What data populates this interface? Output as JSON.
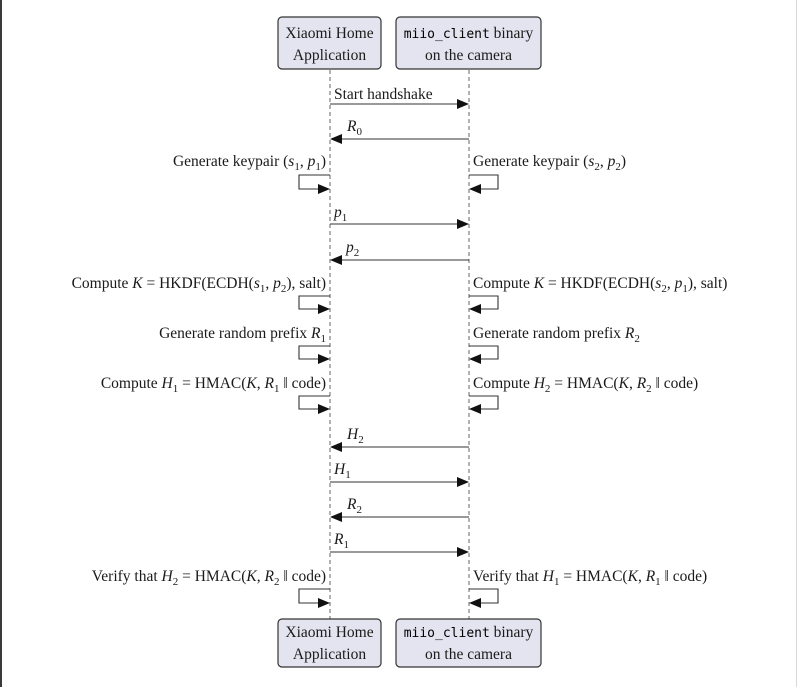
{
  "diagram": {
    "type": "sequence-diagram",
    "participants": [
      {
        "id": "app",
        "line1": "Xiaomi Home",
        "line2": "Application"
      },
      {
        "id": "cam",
        "line1_code": "miio_client",
        "line1_rest": " binary",
        "line2": "on the camera"
      }
    ],
    "steps": [
      {
        "kind": "message",
        "from": "app",
        "to": "cam",
        "label": "Start handshake",
        "math": false
      },
      {
        "kind": "message",
        "from": "cam",
        "to": "app",
        "label_sym": "R",
        "label_sub": "0",
        "math": true
      },
      {
        "kind": "self",
        "side_left": {
          "text": "Generate keypair (s",
          "s1": "1",
          "mid": ", p",
          "p1": "1",
          "end": ")"
        },
        "side_right": {
          "text": "Generate keypair (s",
          "s1": "2",
          "mid": ", p",
          "p1": "2",
          "end": ")"
        }
      },
      {
        "kind": "message",
        "from": "app",
        "to": "cam",
        "label_sym": "p",
        "label_sub": "1",
        "math": true
      },
      {
        "kind": "message",
        "from": "cam",
        "to": "app",
        "label_sym": "p",
        "label_sub": "2",
        "math": true
      },
      {
        "kind": "self",
        "left_label": "Compute K = HKDF(ECDH(s₁, p₂), salt)",
        "right_label": "Compute K = HKDF(ECDH(s₂, p₁), salt)"
      },
      {
        "kind": "self",
        "left_label": "Generate random prefix R₁",
        "right_label": "Generate random prefix R₂"
      },
      {
        "kind": "self",
        "left_label": "Compute H₁ = HMAC(K, R₁ ‖ code)",
        "right_label": "Compute H₂ = HMAC(K, R₂ ‖ code)"
      },
      {
        "kind": "message",
        "from": "cam",
        "to": "app",
        "label_sym": "H",
        "label_sub": "2",
        "math": true
      },
      {
        "kind": "message",
        "from": "app",
        "to": "cam",
        "label_sym": "H",
        "label_sub": "1",
        "math": true
      },
      {
        "kind": "message",
        "from": "cam",
        "to": "app",
        "label_sym": "R",
        "label_sub": "2",
        "math": true
      },
      {
        "kind": "message",
        "from": "app",
        "to": "cam",
        "label_sym": "R",
        "label_sub": "1",
        "math": true
      },
      {
        "kind": "self",
        "left_label": "Verify that H₂ = HMAC(K, R₂ ‖ code)",
        "right_label": "Verify that H₁ = HMAC(K, R₁ ‖ code)"
      }
    ]
  },
  "labels": {
    "app_line1": "Xiaomi Home",
    "app_line2": "Application",
    "cam_code": "miio_client",
    "cam_line1_rest": " binary",
    "cam_line2": "on the camera",
    "start_handshake": "Start handshake",
    "keypair_left": {
      "a": "Generate keypair (",
      "s": "s",
      "s_sub": "1",
      "comma": ", ",
      "p": "p",
      "p_sub": "1",
      "close": ")"
    },
    "keypair_right": {
      "a": "Generate keypair (",
      "s": "s",
      "s_sub": "2",
      "comma": ", ",
      "p": "p",
      "p_sub": "2",
      "close": ")"
    },
    "k_left": {
      "a": "Compute ",
      "K": "K",
      "b": " = HKDF(ECDH(",
      "s": "s",
      "s_sub": "1",
      "comma": ", ",
      "p": "p",
      "p_sub": "2",
      "c": "), salt)"
    },
    "k_right": {
      "a": "Compute ",
      "K": "K",
      "b": " = HKDF(ECDH(",
      "s": "s",
      "s_sub": "2",
      "comma": ", ",
      "p": "p",
      "p_sub": "1",
      "c": "), salt)"
    },
    "prefix_left": {
      "a": "Generate random prefix ",
      "R": "R",
      "R_sub": "1"
    },
    "prefix_right": {
      "a": "Generate random prefix ",
      "R": "R",
      "R_sub": "2"
    },
    "h_left": {
      "a": "Compute ",
      "H": "H",
      "H_sub": "1",
      "b": " = HMAC(",
      "K": "K",
      "comma": ", ",
      "R": "R",
      "R_sub": "1",
      "c": " ‖ code)"
    },
    "h_right": {
      "a": "Compute ",
      "H": "H",
      "H_sub": "2",
      "b": " = HMAC(",
      "K": "K",
      "comma": ", ",
      "R": "R",
      "R_sub": "2",
      "c": " ‖ code)"
    },
    "verify_left": {
      "a": "Verify that ",
      "H": "H",
      "H_sub": "2",
      "b": " = HMAC(",
      "K": "K",
      "comma": ", ",
      "R": "R",
      "R_sub": "2",
      "c": " ‖ code)"
    },
    "verify_right": {
      "a": "Verify that ",
      "H": "H",
      "H_sub": "1",
      "b": " = HMAC(",
      "K": "K",
      "comma": ", ",
      "R": "R",
      "R_sub": "1",
      "c": " ‖ code)"
    },
    "msg_R0": {
      "sym": "R",
      "sub": "0"
    },
    "msg_p1": {
      "sym": "p",
      "sub": "1"
    },
    "msg_p2": {
      "sym": "p",
      "sub": "2"
    },
    "msg_H2": {
      "sym": "H",
      "sub": "2"
    },
    "msg_H1": {
      "sym": "H",
      "sub": "1"
    },
    "msg_R2": {
      "sym": "R",
      "sub": "2"
    },
    "msg_R1": {
      "sym": "R",
      "sub": "1"
    }
  },
  "colors": {
    "actor_fill": "#e4e4f0",
    "actor_stroke": "#333333",
    "line": "#333333"
  }
}
